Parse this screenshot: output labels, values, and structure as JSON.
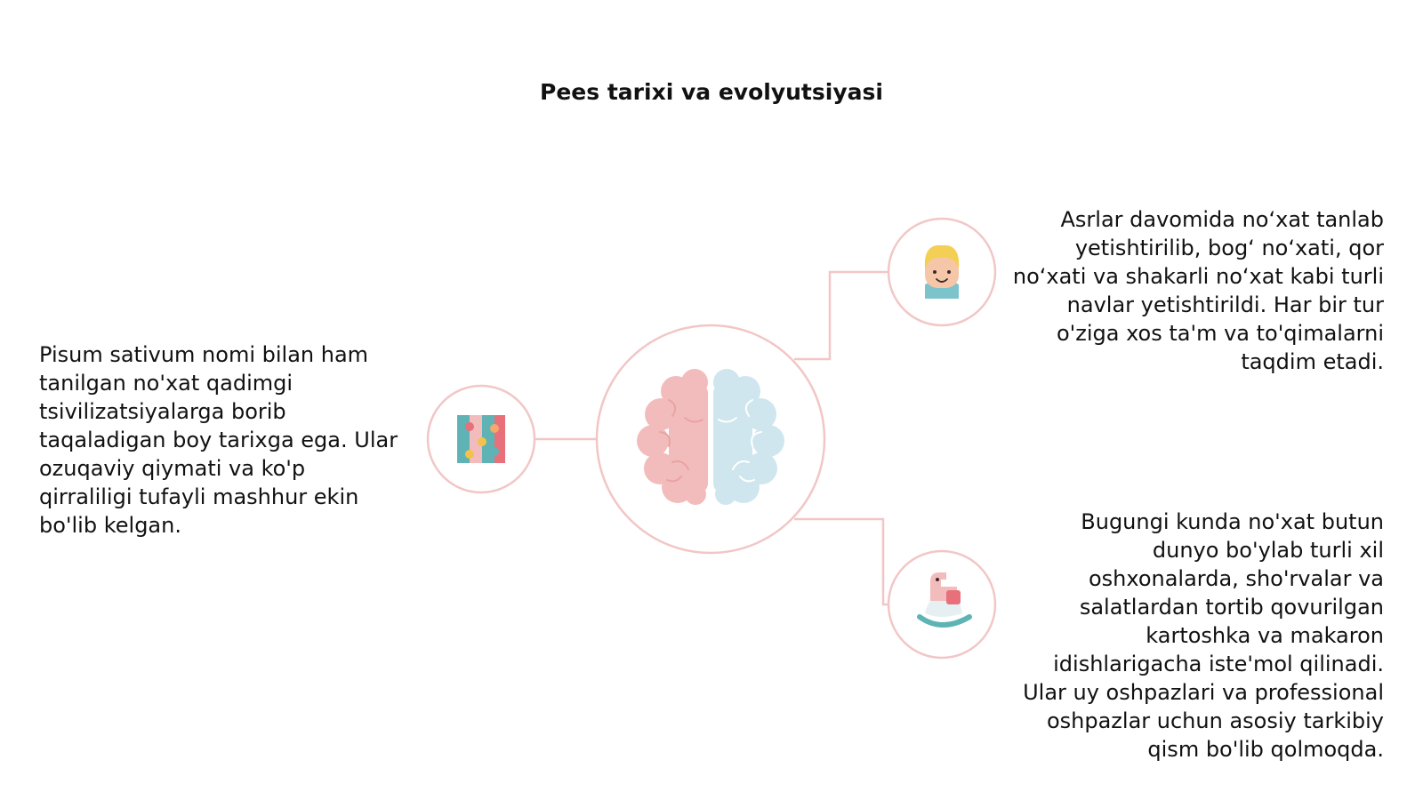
{
  "title": "Pees tarixi va evolyutsiyasi",
  "blocks": {
    "left": "Pisum sativum nomi bilan ham tanilgan no'xat qadimgi tsivilizatsiyalarga borib taqaladigan boy tarixga ega. Ular ozuqaviy qiymati va ko'p qirraliligi tufayli mashhur ekin bo'lib kelgan.",
    "top_right": "Asrlar davomida no‘xat tanlab yetishtirilib, bog‘ no‘xati, qor no‘xati va shakarli no‘xat kabi turli navlar yetishtirildi. Har bir tur o'ziga xos ta'm va to'qimalarni taqdim etadi.",
    "bottom_right": "Bugungi kunda no'xat butun dunyo bo'ylab turli xil oshxonalarda, sho'rvalar va salatlardan tortib qovurilgan kartoshka va makaron idishlarigacha iste'mol qilinadi. Ular uy oshpazlari va professional oshpazlar uchun asosiy tarkibiy qism bo'lib qolmoqda."
  },
  "icons": {
    "center": "brain-icon",
    "left": "puzzle-icon",
    "top_right": "child-face-icon",
    "bottom_right": "rocking-horse-icon"
  },
  "colors": {
    "ring": "#f2c6c6",
    "brain_left": "#f3bcbc",
    "brain_right": "#cfe6ee",
    "accent_red": "#e8707a",
    "accent_teal": "#5fb3b5",
    "accent_yellow": "#f4c14d"
  }
}
